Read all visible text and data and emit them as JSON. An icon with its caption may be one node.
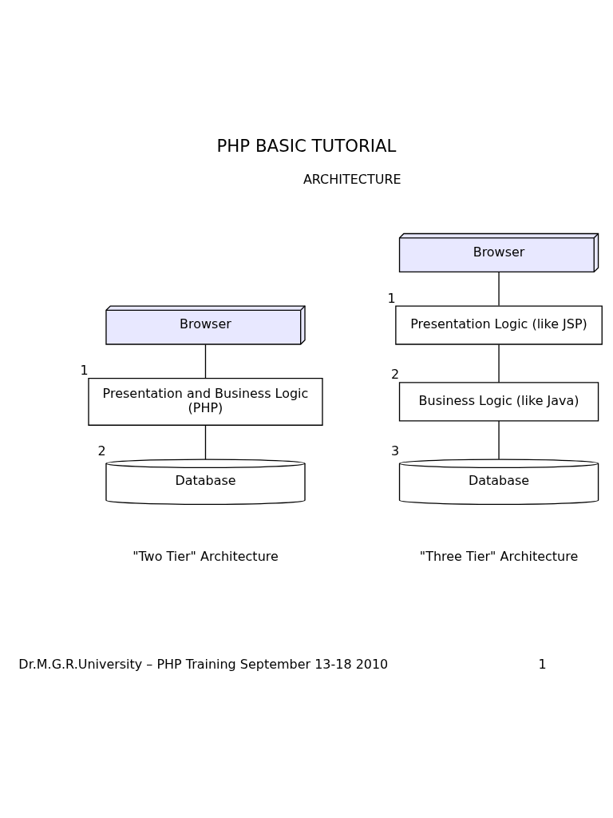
{
  "diagram": {
    "title": "PHP BASIC TUTORIAL",
    "nodes": [
      {
        "text": [
          "Browser"
        ]
      },
      {
        "text": [
          "Presentation and Business Logic",
          "(PHP)"
        ],
        "beside": [
          "1"
        ]
      },
      {
        "text": [
          "Database"
        ],
        "beside": [
          "2"
        ]
      },
      {
        "text": [
          "Browser"
        ]
      },
      {
        "text": [
          "Presentation Logic (like JSP)"
        ],
        "beside": [
          "1"
        ]
      },
      {
        "text": [
          "Business Logic (like Java)"
        ],
        "beside": [
          "2"
        ]
      },
      {
        "text": [
          "Database"
        ],
        "beside": [
          "3"
        ]
      }
    ],
    "edges": [
      {
        "from": 0,
        "to": 1,
        "arrow": "none"
      },
      {
        "from": 1,
        "to": 2,
        "arrow": "none"
      },
      {
        "from": 3,
        "to": 4,
        "arrow": "none"
      },
      {
        "from": 4,
        "to": 5,
        "arrow": "none"
      },
      {
        "from": 5,
        "to": 6,
        "arrow": "none"
      }
    ],
    "labels": [
      "ARCHITECTURE",
      "\"Two Tier\" Architecture",
      "\"Three Tier\" Architecture",
      "Dr.M.G.R.University – PHP Training September 13-18 2010",
      "1"
    ]
  }
}
